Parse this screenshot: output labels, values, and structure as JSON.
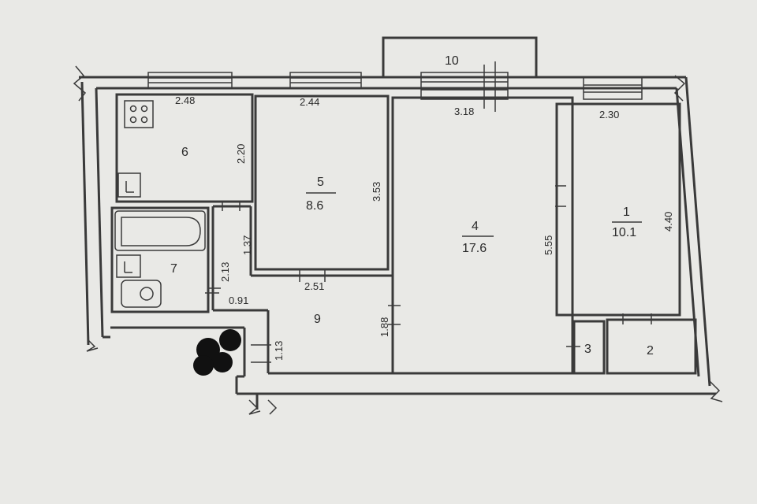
{
  "rooms": {
    "r1": {
      "number": "1",
      "area": "10.1"
    },
    "r2": {
      "number": "2"
    },
    "r3": {
      "number": "3"
    },
    "r4": {
      "number": "4",
      "area": "17.6"
    },
    "r5": {
      "number": "5",
      "area": "8.6"
    },
    "r6": {
      "number": "6"
    },
    "r7": {
      "number": "7"
    },
    "r9": {
      "number": "9"
    },
    "r10": {
      "number": "10"
    }
  },
  "dimensions": {
    "r6_width": "2.48",
    "r6_depth": "2.20",
    "r5_width": "2.44",
    "r5_depth": "3.53",
    "r4_width": "3.18",
    "r4_depth": "5.55",
    "r1_width": "2.30",
    "r1_depth": "4.40",
    "r7_depth": "2.13",
    "corridor_depth": "1.37",
    "corridor_width": "0.91",
    "r9_width": "2.51",
    "r9_depth": "1.88",
    "entry_depth": "1.13"
  },
  "colors": {
    "paper": "#e9e9e6",
    "ink": "#3a3a3a",
    "redaction": "#111111"
  }
}
